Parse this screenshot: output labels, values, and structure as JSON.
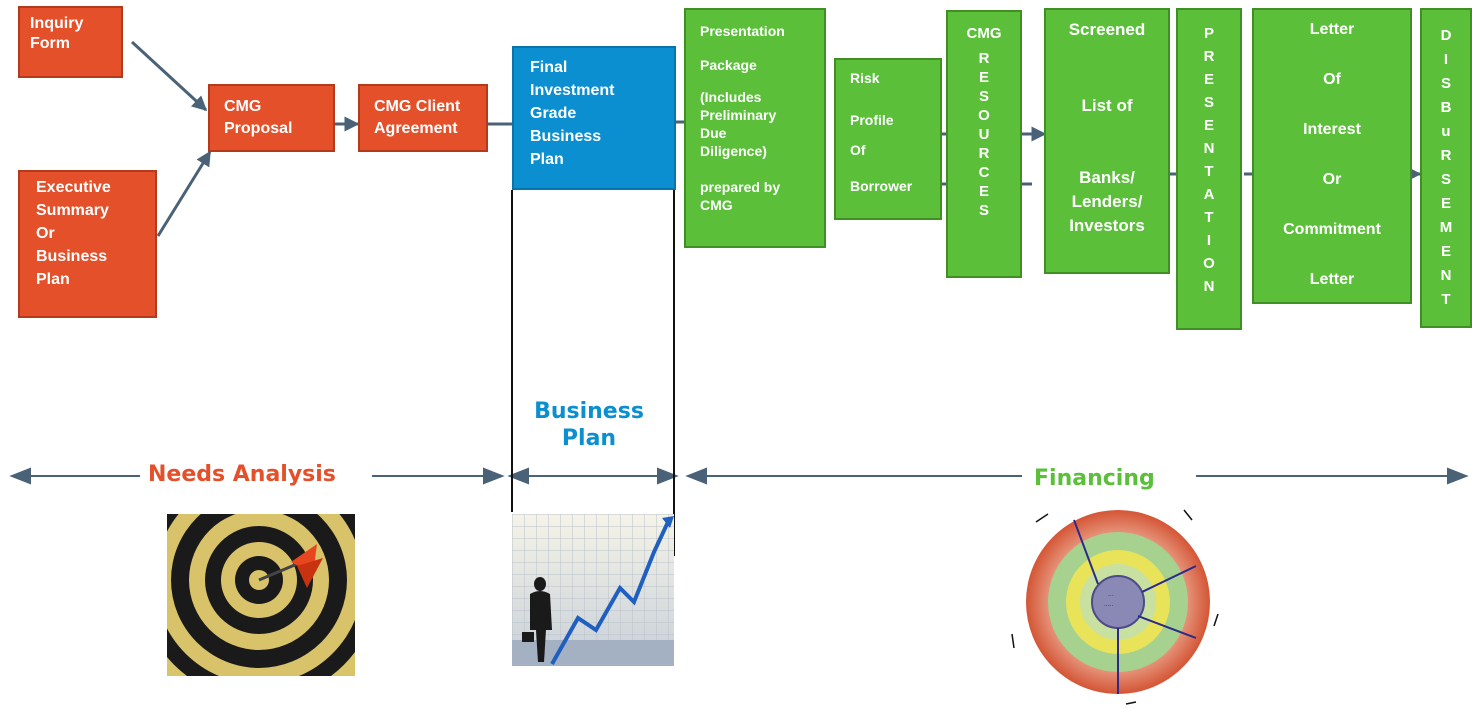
{
  "colors": {
    "orange": "#e4502a",
    "green": "#5bbf3a",
    "blue": "#0b8fd0",
    "arrow": "#4a6277"
  },
  "boxes": {
    "inquiry": [
      "Inquiry",
      "Form"
    ],
    "executive": [
      "Executive",
      "Summary",
      "Or",
      "Business",
      "Plan"
    ],
    "proposal": [
      "CMG",
      "Proposal"
    ],
    "agreement": [
      "CMG Client",
      "Agreement"
    ],
    "final_plan": [
      "Final",
      "Investment",
      "Grade",
      "Business",
      "Plan"
    ],
    "presentation_pkg": [
      "Presentation",
      "Package",
      "(Includes",
      "Preliminary",
      "Due",
      "Diligence)",
      "prepared by",
      "CMG"
    ],
    "risk": [
      "Risk",
      "Profile",
      "Of",
      "Borrower"
    ],
    "resources": [
      "CMG",
      "R",
      "E",
      "S",
      "O",
      "U",
      "R",
      "C",
      "E",
      "S"
    ],
    "screened": [
      "Screened",
      "List of",
      "Banks/",
      "Lenders/",
      "Investors"
    ],
    "presentation": [
      "P",
      "R",
      "E",
      "S",
      "E",
      "N",
      "T",
      "A",
      "T",
      "I",
      "O",
      "N"
    ],
    "letter": [
      "Letter",
      "Of",
      "Interest",
      "Or",
      "Commitment",
      "Letter"
    ],
    "disbursement": [
      "D",
      "I",
      "S",
      "B",
      "u",
      "R",
      "S",
      "E",
      "M",
      "E",
      "N",
      "T"
    ]
  },
  "phases": {
    "needs": "Needs Analysis",
    "business": [
      "Business",
      "Plan"
    ],
    "financing": "Financing"
  },
  "images": {
    "target": "dartboard",
    "growth": "businessman-chart",
    "wheel": "financing-cycle-wheel"
  }
}
